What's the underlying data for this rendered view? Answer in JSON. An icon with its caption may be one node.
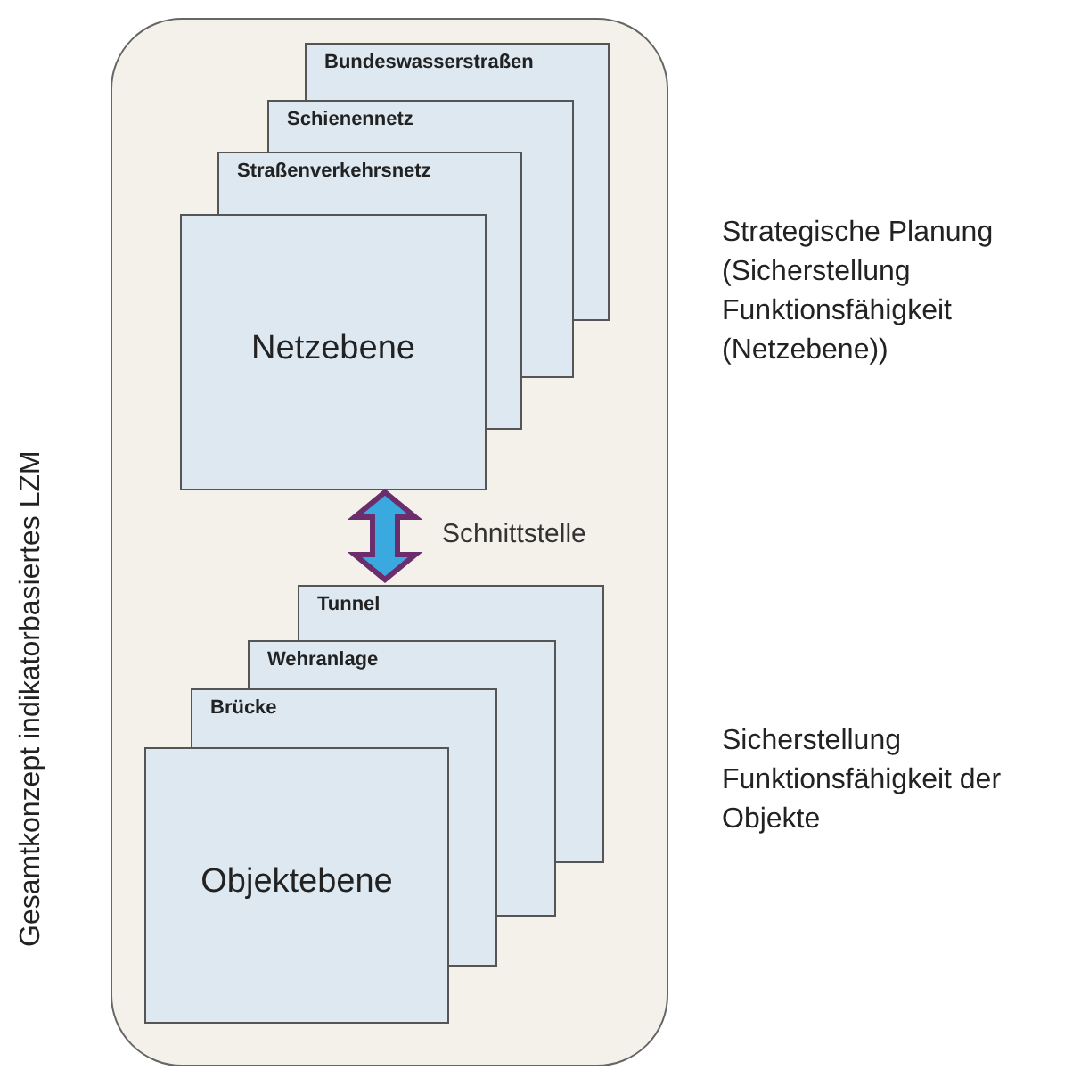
{
  "diagram": {
    "nodes": [
      {
        "text": [
          "Gesamtkonzept indikatorbasiertes LZM"
        ]
      },
      {
        "text": [
          "Bundeswasserstraßen"
        ],
        "in": 0
      },
      {
        "text": [
          "Schienennetz"
        ],
        "in": 0
      },
      {
        "text": [
          "Straßenverkehrsnetz"
        ],
        "in": 0
      },
      {
        "text": [
          "Netzebene"
        ],
        "in": 0
      },
      {
        "text": [
          "Tunnel"
        ],
        "in": 0
      },
      {
        "text": [
          "Wehranlage"
        ],
        "in": 0
      },
      {
        "text": [
          "Brücke"
        ],
        "in": 0
      },
      {
        "text": [
          "Objektebene"
        ],
        "in": 0
      }
    ],
    "edges": [
      {
        "from": 4,
        "to": 5,
        "arrow": "both",
        "label": "Schnittstelle",
        "style": "thick"
      }
    ],
    "labels": [
      "Strategische Planung (Sicherstellung Funktionsfähigkeit (Netzebene))",
      "Sicherstellung Funktionsfähigkeit der Objekte"
    ]
  }
}
